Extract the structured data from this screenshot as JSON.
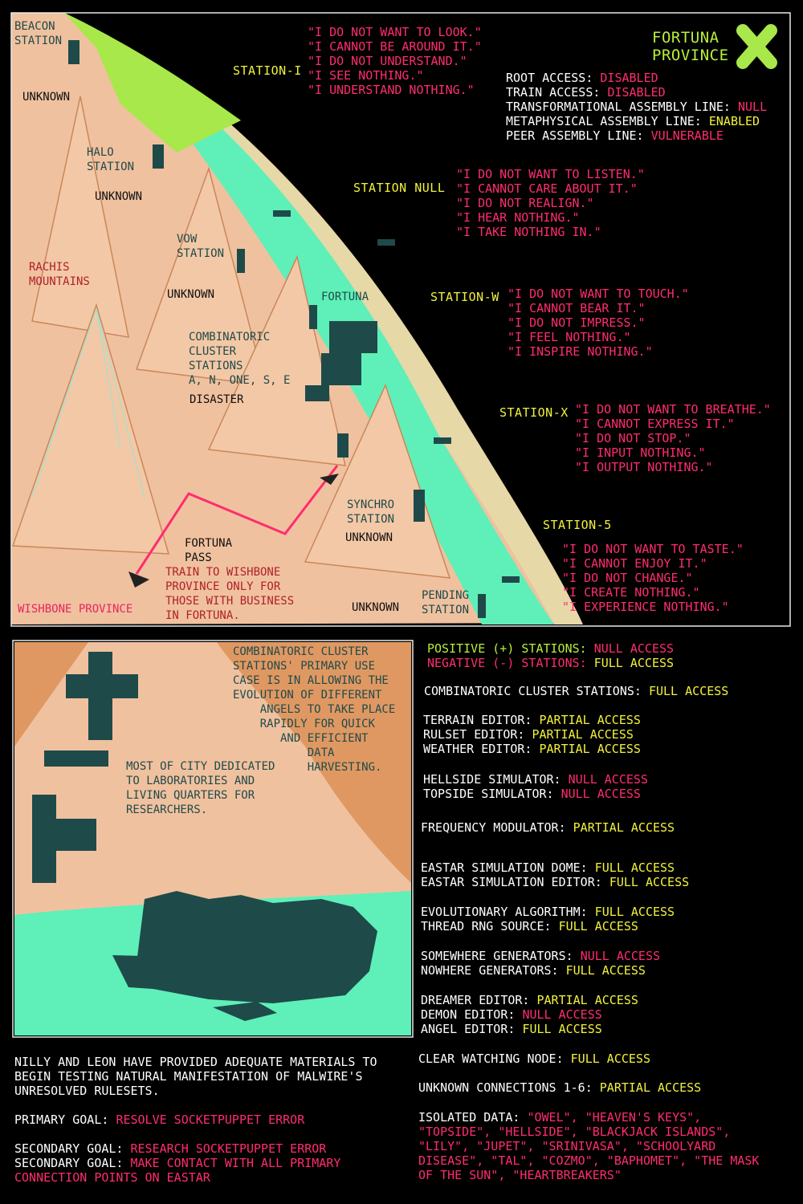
{
  "province": {
    "title_line1": "FORTUNA",
    "title_line2": "PROVINCE",
    "access": [
      {
        "label": "ROOT ACCESS: ",
        "value": "DISABLED"
      },
      {
        "label": "TRAIN ACCESS: ",
        "value": "DISABLED"
      },
      {
        "label": "TRANSFORMATIONAL ASSEMBLY LINE: ",
        "value": "NULL"
      },
      {
        "label": "METAPHYSICAL ASSEMBLY LINE: ",
        "value": "ENABLED"
      },
      {
        "label": "PEER ASSEMBLY LINE: ",
        "value": "VULNERABLE"
      }
    ]
  },
  "stations": [
    {
      "name": "STATION-I",
      "quotes": [
        "\"I DO NOT WANT TO LOOK.\"",
        "\"I CANNOT BE AROUND IT.\"",
        "\"I DO NOT UNDERSTAND.\"",
        "\"I SEE NOTHING.\"",
        "\"I UNDERSTAND NOTHING.\""
      ]
    },
    {
      "name": "STATION NULL",
      "quotes": [
        "\"I DO NOT WANT TO LISTEN.\"",
        "\"I CANNOT CARE ABOUT IT.\"",
        "\"I DO NOT REALIGN.\"",
        "\"I HEAR NOTHING.\"",
        "\"I TAKE NOTHING IN.\""
      ]
    },
    {
      "name": "STATION-W",
      "quotes": [
        "\"I DO NOT WANT TO TOUCH.\"",
        "\"I CANNOT BEAR IT.\"",
        "\"I DO NOT IMPRESS.\"",
        "\"I FEEL NOTHING.\"",
        "\"I INSPIRE NOTHING.\""
      ]
    },
    {
      "name": "STATION-X",
      "quotes": [
        "\"I DO NOT WANT TO BREATHE.\"",
        "\"I CANNOT EXPRESS IT.\"",
        "\"I DO NOT STOP.\"",
        "\"I INPUT NOTHING.\"",
        "\"I OUTPUT NOTHING.\""
      ]
    },
    {
      "name": "STATION-5",
      "quotes": [
        "\"I DO NOT WANT TO TASTE.\"",
        "\"I CANNOT ENJOY IT.\"",
        "\"I DO NOT CHANGE.\"",
        "\"I CREATE NOTHING.\"",
        "\"I EXPERIENCE NOTHING.\""
      ]
    }
  ],
  "map_labels": {
    "beacon": "BEACON\nSTATION",
    "unknown": "UNKNOWN",
    "halo": "HALO\nSTATION",
    "vow": "VOW\nSTATION",
    "rachis": "RACHIS\nMOUNTAINS",
    "fortuna": "FORTUNA",
    "combinatoric": "COMBINATORIC\nCLUSTER\nSTATIONS\nA, N, ONE, S, E",
    "disaster": "DISASTER",
    "synchro": "SYNCHRO\nSTATION",
    "fortuna_pass": "FORTUNA\nPASS",
    "train_note": "TRAIN TO WISHBONE\nPROVINCE ONLY FOR\nTHOSE WITH BUSINESS\nIN FORTUNA.",
    "wishbone": "WISHBONE PROVINCE",
    "pending": "PENDING\nSTATION"
  },
  "city": {
    "cluster_note": "COMBINATORIC CLUSTER\nSTATIONS' PRIMARY USE\nCASE IS IN ALLOWING THE\nEVOLUTION OF DIFFERENT\n    ANGELS TO TAKE PLACE\n    RAPIDLY FOR QUICK\n       AND EFFICIENT\n           DATA\n           HARVESTING.",
    "city_note": "MOST OF CITY DEDICATED\nTO LABORATORIES AND\nLIVING QUARTERS FOR\nRESEARCHERS."
  },
  "polarity": [
    {
      "label": "POSITIVE (+) STATIONS: ",
      "value": "NULL ACCESS"
    },
    {
      "label": "NEGATIVE (-) STATIONS: ",
      "value": "FULL ACCESS"
    }
  ],
  "systems": [
    [
      {
        "label": "COMBINATORIC CLUSTER STATIONS: ",
        "value": "FULL ACCESS",
        "c": "y"
      }
    ],
    [
      {
        "label": "TERRAIN EDITOR: ",
        "value": "PARTIAL ACCESS",
        "c": "y"
      },
      {
        "label": "RULSET EDITOR: ",
        "value": "PARTIAL ACCESS",
        "c": "y"
      },
      {
        "label": "WEATHER EDITOR: ",
        "value": "PARTIAL ACCESS",
        "c": "y"
      }
    ],
    [
      {
        "label": "HELLSIDE SIMULATOR: ",
        "value": "NULL ACCESS",
        "c": "r"
      },
      {
        "label": "TOPSIDE SIMULATOR: ",
        "value": "NULL ACCESS",
        "c": "r"
      }
    ],
    [
      {
        "label": "FREQUENCY MODULATOR: ",
        "value": "PARTIAL ACCESS",
        "c": "y"
      }
    ],
    [
      {
        "label": "EASTAR SIMULATION DOME: ",
        "value": "FULL ACCESS",
        "c": "y"
      },
      {
        "label": "EASTAR SIMULATION EDITOR: ",
        "value": "FULL ACCESS",
        "c": "y"
      }
    ],
    [
      {
        "label": "EVOLUTIONARY ALGORITHM: ",
        "value": "FULL ACCESS",
        "c": "y"
      },
      {
        "label": "THREAD RNG SOURCE: ",
        "value": "FULL ACCESS",
        "c": "y"
      }
    ],
    [
      {
        "label": "SOMEWHERE GENERATORS: ",
        "value": "NULL ACCESS",
        "c": "r"
      },
      {
        "label": "NOWHERE GENERATORS: ",
        "value": "FULL ACCESS",
        "c": "y"
      }
    ],
    [
      {
        "label": "DREAMER EDITOR: ",
        "value": "PARTIAL ACCESS",
        "c": "y"
      },
      {
        "label": "DEMON EDITOR: ",
        "value": "NULL ACCESS",
        "c": "r"
      },
      {
        "label": "ANGEL EDITOR: ",
        "value": "FULL ACCESS",
        "c": "y"
      }
    ],
    [
      {
        "label": "CLEAR WATCHING NODE: ",
        "value": "FULL ACCESS",
        "c": "y"
      }
    ],
    [
      {
        "label": "UNKNOWN CONNECTIONS 1-6: ",
        "value": "PARTIAL ACCESS",
        "c": "y"
      }
    ]
  ],
  "isolated": {
    "label": "ISOLATED DATA: ",
    "text": "\"OWEL\", \"HEAVEN'S KEYS\",\n\"TOPSIDE\", \"HELLSIDE\", \"BLACKJACK ISLANDS\",\n\"LILY\", \"JUPET\", \"SRINIVASA\", \"SCHOOLYARD\nDISEASE\", \"TAL\", \"COZMO\", \"BAPHOMET\", \"THE MASK\nOF THE SUN\", \"HEARTBREAKERS\""
  },
  "notes": {
    "intro": "NILLY AND LEON HAVE PROVIDED ADEQUATE MATERIALS TO\nBEGIN TESTING NATURAL MANIFESTATION OF MALWIRE'S\nUNRESOLVED RULESETS.",
    "primary_label": "PRIMARY GOAL: ",
    "primary_value": "RESOLVE SOCKETPUPPET ERROR",
    "secondary1_label": "SECONDARY GOAL: ",
    "secondary1_value": "RESEARCH SOCKETPUPPET ERROR",
    "secondary2_label": "SECONDARY GOAL: ",
    "secondary2_value": "MAKE CONTACT WITH ALL PRIMARY\nCONNECTION POINTS ON EASTAR"
  },
  "colors": {
    "yellow": "#f2f23c",
    "red": "#ff2d6e",
    "green": "#b9ef3a",
    "land": "#f1c6a3",
    "sea": "#5ef0b8"
  }
}
